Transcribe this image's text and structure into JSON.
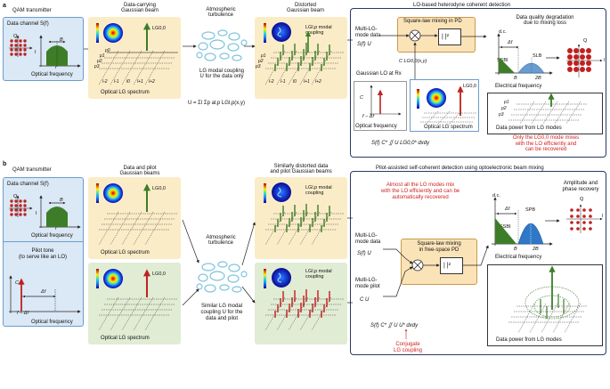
{
  "panel_a": {
    "letter": "a",
    "qam_title": "QAM transmitter",
    "data_channel": "Data channel S(f)",
    "q_label": "Q",
    "i_label": "I",
    "b_label": "B",
    "f_label": "f",
    "optical_frequency": "Optical frequency",
    "beam_title": "Data-carrying\nGaussian beam",
    "lg00": "LG0,0",
    "p0": "p0",
    "p1": "p1",
    "p2": "p2",
    "p3": "p3",
    "l_ticks": [
      "l-2",
      "l-1",
      "l0",
      "l+1",
      "l+2"
    ],
    "optical_lg_spectrum": "Optical LG spectrum",
    "turbulence_title": "Atmospheric\nturbulence",
    "coupling_caption": "LG modal coupling\nU for the data only",
    "equation": "U = Σl Σp al,p LGl,p(x,y)",
    "distorted_title": "Distorted\nGaussian beam",
    "lg_modal_coupling": "LGl,p modal\ncoupling",
    "detection_title": "LO-based heterodyne coherent detection",
    "multi_lg": "Multi-LG-\nmode data",
    "su": "S(f) U",
    "square_law": "Square-law mixing in PD",
    "mix_symbol": "| |²",
    "clg": "C LG0,0(x,y)",
    "gaussian_lo": "Gaussian LO at Rx",
    "c_label": "C",
    "f_delta": "f − Δf",
    "optical_frequency_2": "Optical frequency",
    "optical_lg_spectrum_2": "Optical LG spectrum",
    "integral": "S(f) C* ∬ U LG0,0* dxdy",
    "quality_title": "Data quality degradation\ndue to mixing loss",
    "dc": "d.c.",
    "delta_f": "Δf",
    "ssbi": "SSBI",
    "slb": "SLB",
    "b_axis": "B",
    "two_b": "2B",
    "electrical_frequency": "Electrical frequency",
    "data_power": "Data power from LG modes",
    "note": "Only the LG0,0 mode mixes\nwith the LO efficiently and\ncan be recovered"
  },
  "panel_b": {
    "letter": "b",
    "qam_title": "QAM transmitter",
    "data_channel": "Data channel S(f)",
    "q_label": "Q",
    "i_label": "I",
    "b_label": "B",
    "f_label": "f",
    "optical_frequency": "Optical frequency",
    "pilot_tone": "Pilot tone\n(to serve like an LO)",
    "c_label": "C",
    "delta_f": "Δf",
    "f_delta": "f − Δf",
    "optical_frequency_2": "Optical frequency",
    "beams_title": "Data and pilot\nGaussian beams",
    "lg00": "LG0,0",
    "optical_lg_spectrum": "Optical LG spectrum",
    "turbulence_title": "Atmospheric\nturbulence",
    "coupling_caption": "Similar LG modal\ncoupling U for the\ndata and pilot",
    "distorted_title": "Similarly distorted data\nand pilot Gaussian beams",
    "lg_modal_coupling": "LGl,p modal\ncoupling",
    "detection_title": "Pilot-assisted self-coherent detection using optoelectronic beam mixing",
    "note": "Almost all the LG modes mix\nwith the LO efficiently and can be\nautomatically recovered",
    "multi_lg_data": "Multi-LG-\nmode data",
    "su": "S(f) U",
    "multi_lg_pilot": "Multi-LG-\nmode pilot",
    "cu": "C U",
    "square_law": "Square-law mixing\nin free-space PD",
    "mix_symbol": "| |²",
    "integral": "S(f) C* ∬ U U* dxdy",
    "conjugate": "Conjugate\nLG coupling",
    "dc": "d.c.",
    "ssbi": "SSBI",
    "spb": "SPB",
    "b_axis": "B",
    "two_b": "2B",
    "electrical_frequency": "Electrical frequency",
    "amp_phase": "Amplitude and\nphase recovery",
    "data_power": "Data power from LG modes"
  },
  "colors": {
    "panel_blue": "#dbe8f5",
    "panel_yellow": "#fbecc8",
    "panel_green": "#e1ecd4",
    "data_green": "#3d7d28",
    "pilot_red": "#c0201f",
    "note_red": "#d11f1f",
    "turbulence_blue": "#7ec3dd"
  }
}
